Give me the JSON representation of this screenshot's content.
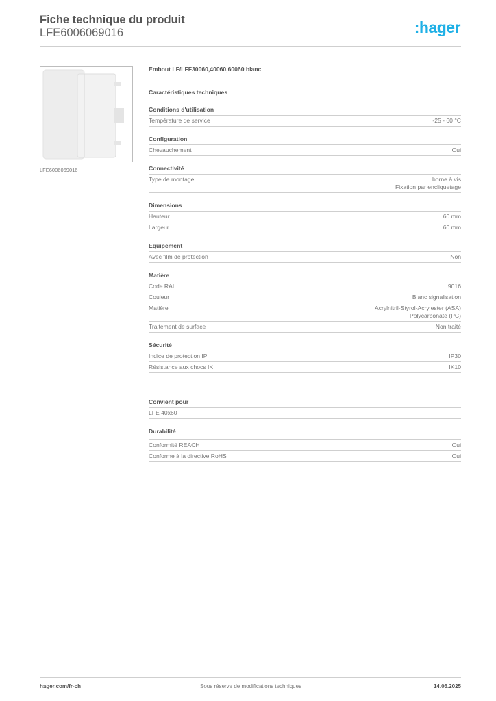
{
  "header": {
    "title": "Fiche technique du produit",
    "reference": "LFE6006069016",
    "logo": ":hager",
    "logo_color": "#1fb0e6"
  },
  "product": {
    "image_icon": "product-end-cap-image",
    "image_caption": "LFE6006069016",
    "name": "Embout LF/LFF30060,40060,60060 blanc"
  },
  "specs": {
    "section_title": "Caractéristiques techniques",
    "groups": [
      {
        "title": "Conditions d'utilisation",
        "rows": [
          {
            "label": "Température de service",
            "value": "-25 - 60 °C"
          }
        ]
      },
      {
        "title": "Configuration",
        "rows": [
          {
            "label": "Chevauchement",
            "value": "Oui"
          }
        ]
      },
      {
        "title": "Connectivité",
        "rows": [
          {
            "label": "Type de montage",
            "value": "borne à vis",
            "value2": "Fixation par encliquetage"
          }
        ]
      },
      {
        "title": "Dimensions",
        "rows": [
          {
            "label": "Hauteur",
            "value": "60 mm"
          },
          {
            "label": "Largeur",
            "value": "60 mm"
          }
        ]
      },
      {
        "title": "Equipement",
        "rows": [
          {
            "label": "Avec film de protection",
            "value": "Non"
          }
        ]
      },
      {
        "title": "Matière",
        "rows": [
          {
            "label": "Code RAL",
            "value": "9016"
          },
          {
            "label": "Couleur",
            "value": "Blanc signalisation"
          },
          {
            "label": "Matière",
            "value": "Acrylnitril-Styrol-Acrylester (ASA)",
            "value2": "Polycarbonate (PC)"
          },
          {
            "label": "Traitement de surface",
            "value": "Non traité"
          }
        ]
      },
      {
        "title": "Sécurité",
        "rows": [
          {
            "label": "Indice de protection IP",
            "value": "IP30"
          },
          {
            "label": "Résistance aux chocs IK",
            "value": "IK10"
          }
        ]
      }
    ]
  },
  "suitable_for": {
    "title": "Convient pour",
    "rows": [
      {
        "label": "LFE 40x60",
        "value": ""
      }
    ]
  },
  "durability": {
    "title": "Durabilité",
    "rows": [
      {
        "label": "Conformité REACH",
        "value": "Oui"
      },
      {
        "label": "Conforme à la directive RoHS",
        "value": "Oui"
      }
    ]
  },
  "footer": {
    "website": "hager.com/fr-ch",
    "disclaimer": "Sous réserve de modifications techniques",
    "date": "14.06.2025"
  }
}
